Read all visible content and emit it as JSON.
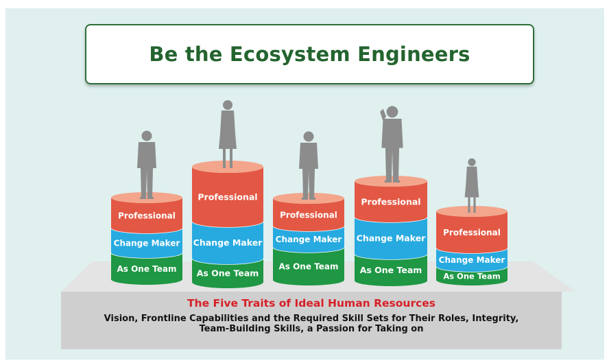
{
  "title": "Be the Ecosystem Engineers",
  "pillars": [
    {
      "traits": [
        "Professional",
        "Change Maker",
        "As One Team"
      ],
      "figure": "man-standing"
    },
    {
      "traits": [
        "Professional",
        "Change Maker",
        "As One Team"
      ],
      "figure": "woman-standing"
    },
    {
      "traits": [
        "Professional",
        "Change Maker",
        "As One Team"
      ],
      "figure": "man-standing"
    },
    {
      "traits": [
        "Professional",
        "Change Maker",
        "As One Team"
      ],
      "figure": "man-holding-phone"
    },
    {
      "traits": [
        "Professional",
        "Change Maker",
        "As One Team"
      ],
      "figure": "woman-standing"
    }
  ],
  "base": {
    "heading": "The Five Traits of Ideal Human Resources",
    "description": "Vision, Frontline Capabilities and the Required Skill Sets for Their Roles, Integrity, Team-Building Skills, a Passion for Taking on"
  },
  "colors": {
    "professional": "#e35844",
    "professional_top": "#f3a68c",
    "change_maker": "#27aae0",
    "as_one_team": "#1f9744",
    "background": "#dff0ef",
    "title_text": "#24642f",
    "heading_red": "#d62027",
    "person_gray": "#8c8c8c"
  }
}
